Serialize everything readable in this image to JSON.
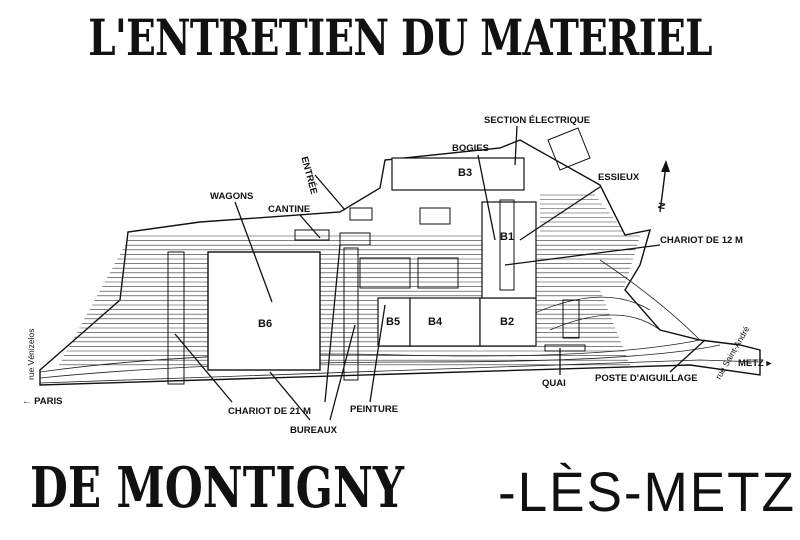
{
  "title": {
    "top": "L'ENTRETIEN DU MATERIEL",
    "bottom_main": "DE MONTIGNY",
    "bottom_sub": "-LÈS-METZ"
  },
  "labels": {
    "section_electrique": "SECTION ÉLECTRIQUE",
    "bogies": "BOGIES",
    "essieux": "ESSIEUX",
    "entree": "ENTRÉE",
    "wagons": "WAGONS",
    "cantine": "CANTINE",
    "chariot_12": "CHARIOT DE 12 M",
    "chariot_21": "CHARIOT DE 21 M",
    "bureaux": "BUREAUX",
    "peinture": "PEINTURE",
    "quai": "QUAI",
    "poste": "POSTE D'AIGUILLAGE",
    "paris": "← PARIS",
    "metz": "METZ ▸",
    "rue_venizelos": "rue Vénizelos",
    "rue_saint_andre": "rue Saint-André",
    "north": "N"
  },
  "buildings": {
    "b1": "B1",
    "b2": "B2",
    "b3": "B3",
    "b4": "B4",
    "b5": "B5",
    "b6": "B6"
  }
}
